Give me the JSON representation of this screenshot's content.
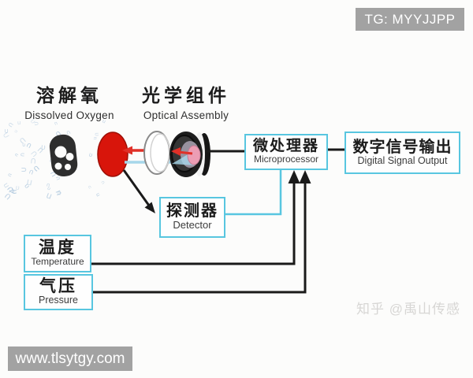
{
  "badges": {
    "tg": "TG: MYYJJPP",
    "website": "www.tlsytgy.com",
    "watermark": "知乎 @禹山传感"
  },
  "labels": {
    "dissolved_oxygen": {
      "zh": "溶解氧",
      "en": "Dissolved Oxygen"
    },
    "optical_assembly": {
      "zh": "光学组件",
      "en": "Optical Assembly"
    }
  },
  "nodes": {
    "microprocessor": {
      "zh": "微处理器",
      "en": "Microprocessor"
    },
    "digital_signal_output": {
      "zh": "数字信号输出",
      "en": "Digital Signal Output"
    },
    "detector": {
      "zh": "探测器",
      "en": "Detector"
    },
    "temperature": {
      "zh": "温度",
      "en": "Temperature"
    },
    "pressure": {
      "zh": "气压",
      "en": "Pressure"
    }
  },
  "colors": {
    "box_border": "#58c6e0",
    "membrane_red": "#d8150b",
    "light_red": "#e03028",
    "light_blue": "#a6d7ea",
    "line_black": "#1a1a1a",
    "badge_gray": "#a2a2a2",
    "watermark_gray": "#d7d6d4"
  }
}
